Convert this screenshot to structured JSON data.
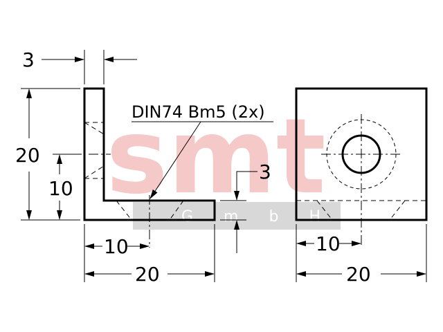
{
  "callout": {
    "text": "DIN74 Bm5 (2x)"
  },
  "dimensions": {
    "wall_thickness": "3",
    "side_height": "20",
    "hole_height": "10",
    "base_thickness": "3",
    "side_hole_offset": "10",
    "side_width": "20",
    "front_hole_offset": "10",
    "front_width": "20"
  },
  "watermark": {
    "logo_text": "smt",
    "company_text": "GmbH"
  },
  "colors": {
    "line": "#000000",
    "watermark_pink": "#f6c9c9",
    "watermark_grey": "#d8d8d8"
  }
}
